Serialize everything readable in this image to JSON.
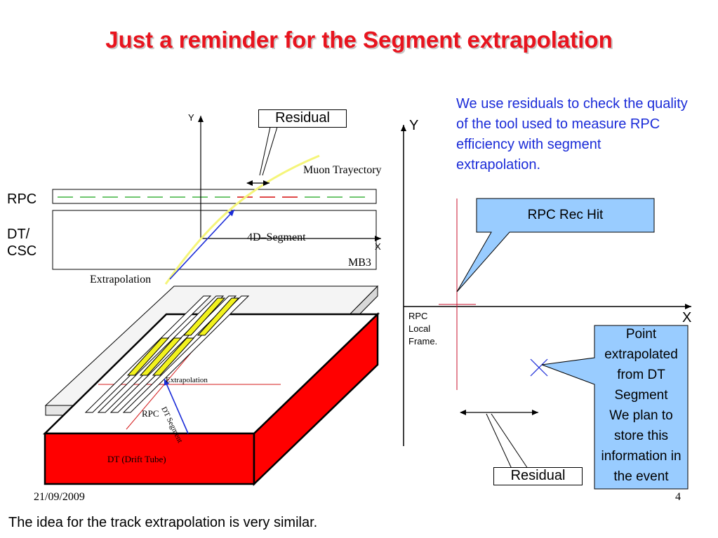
{
  "title": "Just a reminder for the Segment extrapolation",
  "left_diagram": {
    "label_rpc": "RPC",
    "label_dt_csc": [
      "DT/",
      "CSC"
    ],
    "axis_y": "Y",
    "axis_x": "X",
    "residual_box": "Residual",
    "muon_trayectory": "Muon Trayectory",
    "segment_4d": "4D–Segment",
    "mb3": "MB3",
    "extrapolation": "Extrapolation",
    "block_extrapolation": "Extrapolation",
    "block_dt_segment": "DT Segment",
    "block_rpc": "RPC",
    "block_dt": "DT (Drift Tube)"
  },
  "right_diagram": {
    "note": "We use residuals to check the quality of the tool used to measure RPC efficiency with segment extrapolation.",
    "axis_y": "Y",
    "axis_x": "X",
    "frame_label": [
      "RPC",
      "Local",
      "Frame."
    ],
    "rec_hit": "RPC Rec Hit",
    "point_extrapolated": [
      "Point",
      "extrapolated",
      "from DT",
      "Segment",
      "We plan to",
      "store this",
      "information in",
      "the event"
    ],
    "residual_box": "Residual"
  },
  "colors": {
    "title": "#e8141e",
    "note": "#1a2bd8",
    "callout_fill": "#99ccff",
    "dt_red": "#ff0000",
    "strip_yellow": "#f2f21e"
  },
  "footer": {
    "date": "21/09/2009",
    "page": "4",
    "caption": "The idea for the track extrapolation is very similar."
  }
}
